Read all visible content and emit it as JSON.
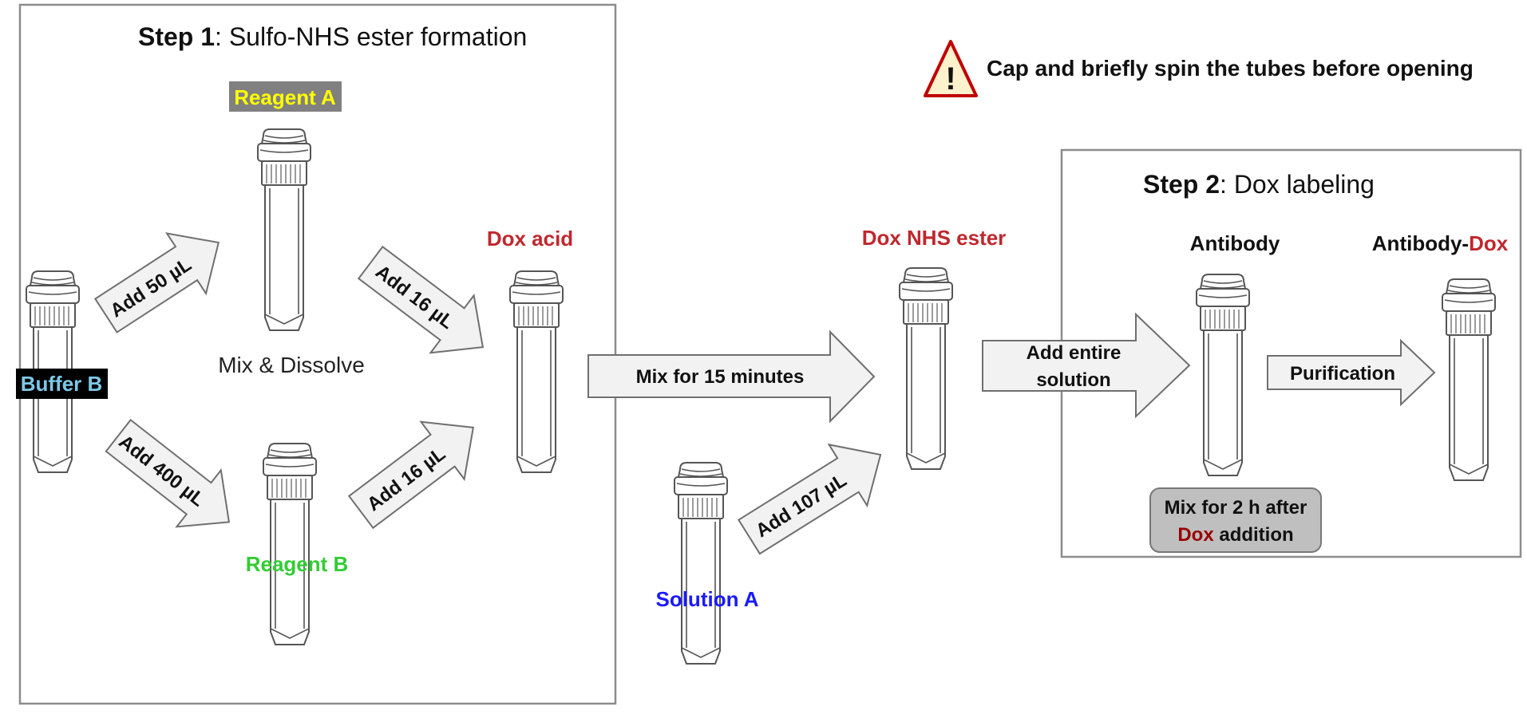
{
  "step1": {
    "title_bold": "Step 1",
    "title_rest": ": Sulfo-NHS ester formation"
  },
  "step2": {
    "title_bold": "Step 2",
    "title_rest": ": Dox labeling"
  },
  "warning": {
    "icon_glyph": "!",
    "text": "Cap and briefly spin the tubes before opening"
  },
  "reagents": {
    "buffer_b": "Buffer B",
    "reagent_a": "Reagent A",
    "reagent_b": "Reagent B",
    "dox_acid": "Dox acid",
    "solution_a": "Solution A",
    "dox_nhs_ester": "Dox NHS ester",
    "antibody": "Antibody",
    "antibody_dox_prefix": "Antibody-",
    "antibody_dox_suffix": "Dox"
  },
  "notes": {
    "mix_dissolve": "Mix & Dissolve",
    "mix_2h_line1": "Mix for 2 h after",
    "mix_2h_dox": "Dox",
    "mix_2h_rest": " addition"
  },
  "arrows": {
    "add_50": "Add 50 µL",
    "add_400": "Add 400 µL",
    "add_16_top": "Add 16 µL",
    "add_16_bottom": "Add 16 µL",
    "mix_15": "Mix for 15 minutes",
    "add_107": "Add 107 µL",
    "add_entire_line1": "Add entire",
    "add_entire_line2": "solution",
    "purification": "Purification"
  },
  "colors": {
    "buffer_b_text": "#7ec8e8",
    "buffer_b_bg": "#000000",
    "reagent_a_text": "#ffff00",
    "reagent_a_bg": "#808080",
    "reagent_b_text": "#33cc33",
    "dox_red": "#c0272d",
    "dox_dark_red": "#990000",
    "solution_a_text": "#1a1aff",
    "warning_fill": "#fdf2cc",
    "warning_stroke": "#c00000",
    "note_box_fill": "#bfbfbf",
    "liquid_blue": "#e6ecf8",
    "liquid_pink": "#fbc8c8",
    "liquid_green": "#dff0d8",
    "liquid_purple": "#ddd0ee"
  }
}
